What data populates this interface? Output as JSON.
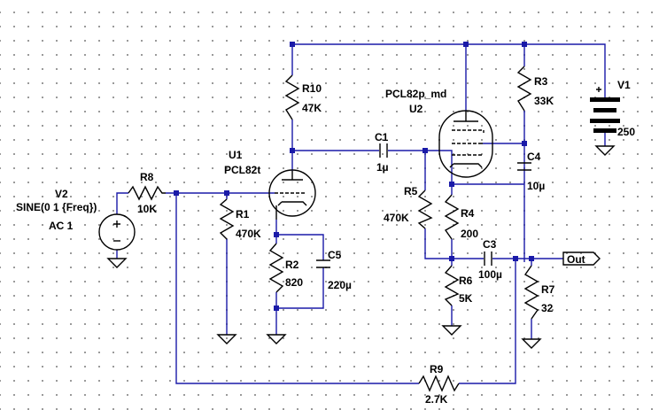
{
  "labels": {
    "v2_name": "V2",
    "v2_value": "SINE(0 1 {Freq})",
    "v2_ac": "AC 1",
    "r8_name": "R8",
    "r8_value": "10K",
    "u1_name": "U1",
    "u1_model": "PCL82t",
    "r1_name": "R1",
    "r1_value": "470K",
    "r2_name": "R2",
    "r2_value": "820",
    "c5_name": "C5",
    "c5_value": "220µ",
    "r10_name": "R10",
    "r10_value": "47K",
    "c1_name": "C1",
    "c1_value": "1µ",
    "u2_model": "PCL82p_md",
    "u2_name": "U2",
    "r3_name": "R3",
    "r3_value": "33K",
    "v1_name": "V1",
    "v1_value": "250",
    "c4_name": "C4",
    "c4_value": "10µ",
    "r5_name": "R5",
    "r5_value": "470K",
    "r4_name": "R4",
    "r4_value": "200",
    "c3_name": "C3",
    "c3_value": "100µ",
    "out_label": "Out",
    "r6_name": "R6",
    "r6_value": "5K",
    "r7_name": "R7",
    "r7_value": "32",
    "r9_name": "R9",
    "r9_value": "2.7K"
  }
}
